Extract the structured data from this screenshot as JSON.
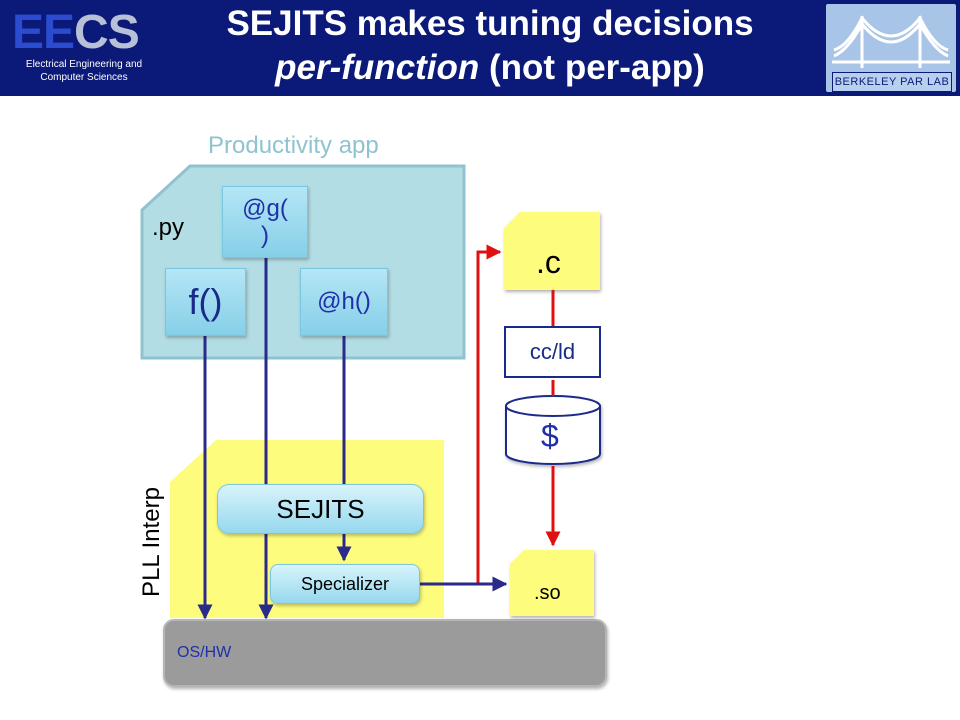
{
  "header": {
    "logo_text_ee": "EE",
    "logo_text_cs": "CS",
    "logo_subtitle_line1": "Electrical Engineering and",
    "logo_subtitle_line2": "Computer Sciences",
    "title_line1": "SEJITS makes tuning decisions",
    "title_line2_italic": "per-function",
    "title_line2_rest": " (not per-app)",
    "par_lab_label": "BERKELEY PAR LAB",
    "colors": {
      "background": "#0b1a78",
      "par_logo_bg": "#a8c4e6"
    }
  },
  "diagram": {
    "app_label": "Productivity app",
    "py_label": ".py",
    "f_label": "f()",
    "g_label": "@g( )",
    "h_label": "@h()",
    "pll_label": "PLL Interp",
    "sejits_label": "SEJITS",
    "specializer_label": "Specializer",
    "oshw_label": "OS/HW",
    "c_label": ".c",
    "cc_label": "cc/ld",
    "cache_label": "$",
    "so_label": ".so",
    "colors": {
      "app_region": "#b3dde4",
      "pll_region": "#fdfc7c",
      "oshw_region": "#9b9b9b",
      "file_fill": "#fdfc7c",
      "blue_arrow": "#2a2a8a",
      "red_arrow": "#e01010"
    },
    "icons": [
      "cylinder-cache-icon",
      "folded-file-icon",
      "arrow-icon"
    ]
  }
}
